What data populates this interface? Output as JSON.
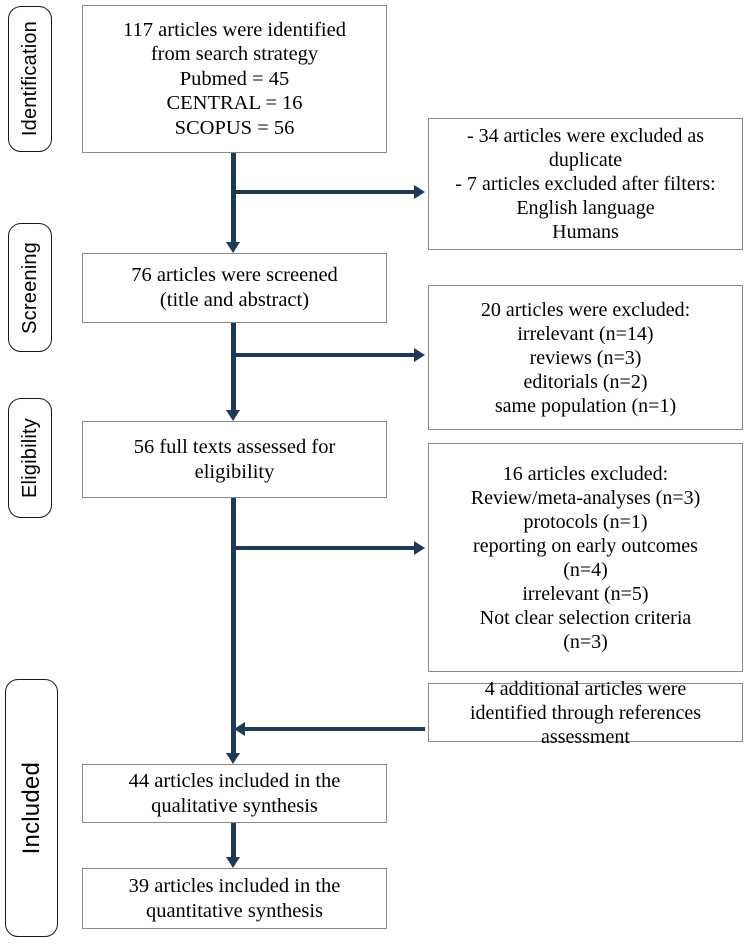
{
  "diagram": {
    "type": "prisma-flow-diagram",
    "accent_color": "#1f3a57",
    "box_border_color": "#8a8a8a",
    "pill_border_color": "#1a1a1a",
    "background_color": "#ffffff"
  },
  "stages": [
    {
      "id": "identification",
      "label": "Identification"
    },
    {
      "id": "screening",
      "label": "Screening"
    },
    {
      "id": "eligibility",
      "label": "Eligibility"
    },
    {
      "id": "included",
      "label": "Included"
    }
  ],
  "main_boxes": [
    {
      "id": "identified",
      "text": "117 articles were identified\nfrom search strategy\nPubmed = 45\nCENTRAL = 16\nSCOPUS = 56",
      "count": 117,
      "sources": [
        {
          "name": "Pubmed",
          "count": 45
        },
        {
          "name": "CENTRAL",
          "count": 16
        },
        {
          "name": "SCOPUS",
          "count": 56
        }
      ]
    },
    {
      "id": "screened",
      "text": "76 articles were screened\n(title and abstract)",
      "count": 76
    },
    {
      "id": "full-texts",
      "text": "56 full texts assessed for\neligibility",
      "count": 56
    },
    {
      "id": "qualitative",
      "text": "44 articles included in the\nqualitative synthesis",
      "count": 44
    },
    {
      "id": "quantitative",
      "text": "39 articles included in the\nquantitative synthesis",
      "count": 39
    }
  ],
  "side_boxes": [
    {
      "id": "excluded-duplicates",
      "text": "-  34 articles were excluded as\nduplicate\n- 7 articles excluded after filters:\nEnglish language\nHumans",
      "items": [
        {
          "reason": "duplicate",
          "count": 34
        },
        {
          "reason": "excluded after filters: English language, Humans",
          "count": 7
        }
      ]
    },
    {
      "id": "excluded-screening",
      "text": "20 articles were excluded:\nirrelevant (n=14)\nreviews (n=3)\neditorials (n=2)\nsame population (n=1)",
      "total": 20,
      "items": [
        {
          "reason": "irrelevant",
          "count": 14
        },
        {
          "reason": "reviews",
          "count": 3
        },
        {
          "reason": "editorials",
          "count": 2
        },
        {
          "reason": "same population",
          "count": 1
        }
      ]
    },
    {
      "id": "excluded-eligibility",
      "text": "16 articles excluded:\nReview/meta-analyses (n=3)\nprotocols (n=1)\nreporting on early outcomes\n(n=4)\nirrelevant (n=5)\nNot clear selection criteria\n(n=3)",
      "total": 16,
      "items": [
        {
          "reason": "Review/meta-analyses",
          "count": 3
        },
        {
          "reason": "protocols",
          "count": 1
        },
        {
          "reason": "reporting on early outcomes",
          "count": 4
        },
        {
          "reason": "irrelevant",
          "count": 5
        },
        {
          "reason": "Not clear selection criteria",
          "count": 3
        }
      ]
    },
    {
      "id": "additional-references",
      "text": "4 additional articles were\nidentified through references\nassessment",
      "count": 4
    }
  ]
}
